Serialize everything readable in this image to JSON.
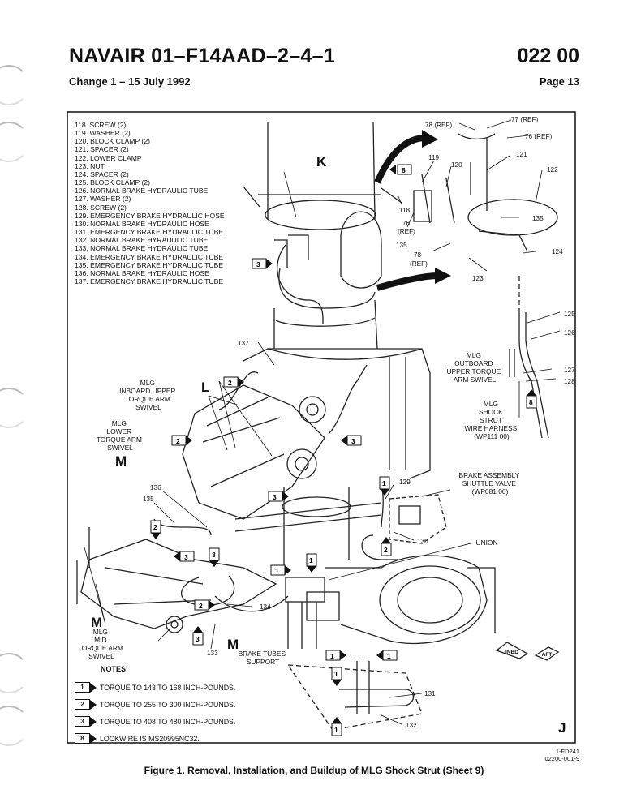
{
  "header": {
    "doc_title": "NAVAIR 01–F14AAD–2–4–1",
    "section": "022 00",
    "change": "Change 1 – 15 July 1992",
    "page": "Page 13"
  },
  "parts_list": [
    "118.  SCREW (2)",
    "119.  WASHER (2)",
    "120.  BLOCK CLAMP (2)",
    "121.  SPACER (2)",
    "122.  LOWER CLAMP",
    "123.  NUT",
    "124.  SPACER (2)",
    "125.  BLOCK CLAMP (2)",
    "126.  NORMAL BRAKE HYDRAULIC TUBE",
    "127.  WASHER (2)",
    "128.  SCREW (2)",
    "129.  EMERGENCY BRAKE HYDRAULIC HOSE",
    "130.  NORMAL BRAKE HYDRAULIC HOSE",
    "131.  EMERGENCY BRAKE HYDRAULIC TUBE",
    "132.  NORMAL BRAKE HYRADULIC TUBE",
    "133.  NORMAL BRAKE HYDRAULIC TUBE",
    "134.  EMERGENCY BRAKE HYDRAULIC TUBE",
    "135.  EMERGENCY BRAKE HYDRAULIC TUBE",
    "136.  NORMAL BRAKE HYDRAULIC HOSE",
    "137.  EMERGENCY BRAKE HYDRAULIC TUBE"
  ],
  "callouts": {
    "c77": "77 (REF)",
    "c78": "78 (REF)",
    "c76": "76 (REF)",
    "c119": "119",
    "c120": "120",
    "c121": "121",
    "c122": "122",
    "c118": "118",
    "c76b1": "76",
    "c76b2": "(REF)",
    "c135a": "135",
    "c78b1": "78",
    "c78b2": "(REF)",
    "c135b": "135",
    "c124": "124",
    "c123": "123",
    "c125": "125",
    "c126": "126",
    "c127": "127",
    "c128": "128",
    "c137": "137",
    "c136": "136",
    "c135c": "135",
    "c129": "129",
    "c130": "130",
    "c134": "134",
    "c133": "133",
    "c131": "131",
    "c132": "132",
    "K": "K",
    "L": "L",
    "M1": "M",
    "M2": "M",
    "M3": "M",
    "J": "J",
    "inboard_upper": [
      "MLG",
      "INBOARD UPPER",
      "TORQUE ARM",
      "SWIVEL"
    ],
    "lower_swivel": [
      "MLG",
      "LOWER",
      "TORQUE ARM",
      "SWIVEL"
    ],
    "outboard_upper": [
      "MLG",
      "OUTBOARD",
      "UPPER TORQUE",
      "ARM SWIVEL"
    ],
    "shock_strut": [
      "MLG",
      "SHOCK",
      "STRUT",
      "WIRE HARNESS",
      "(WP111 00)"
    ],
    "brake_assembly": [
      "BRAKE ASSEMBLY",
      "SHUTTLE VALVE",
      "(WP081 00)"
    ],
    "union": "UNION",
    "mid_swivel": [
      "MLG",
      "MID",
      "TORQUE ARM",
      "SWIVEL"
    ],
    "brake_support": [
      "BRAKE TUBES",
      "SUPPORT"
    ],
    "inbd": "INBD",
    "aft": "AFT"
  },
  "notes": {
    "header": "NOTES",
    "items": [
      {
        "flag": "1",
        "text": "TORQUE TO 143 TO 168 INCH-POUNDS."
      },
      {
        "flag": "2",
        "text": "TORQUE TO 255 TO 300 INCH-POUNDS."
      },
      {
        "flag": "3",
        "text": "TORQUE TO 408 TO 480 INCH-POUNDS."
      },
      {
        "flag": "8",
        "text": "LOCKWIRE IS MS20995NC32."
      }
    ]
  },
  "figure_code": [
    "1-FD241",
    "02200-001-9"
  ],
  "caption": "Figure 1. Removal, Installation, and Buildup of MLG Shock Strut (Sheet 9)"
}
